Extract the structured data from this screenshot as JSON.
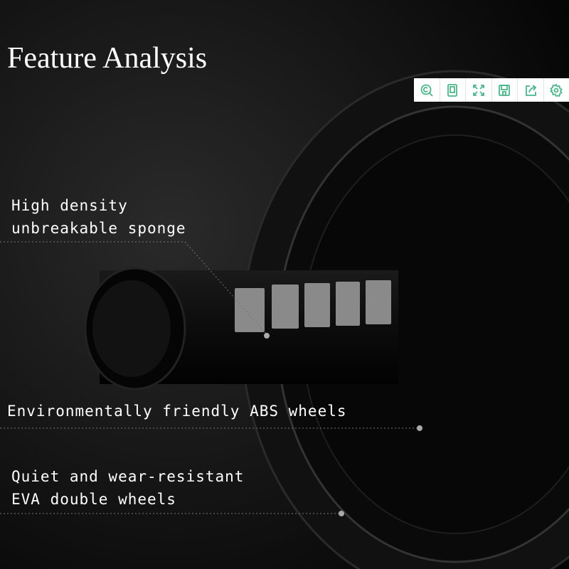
{
  "title": "Feature Analysis",
  "features": [
    {
      "lines": [
        "High density",
        "unbreakable sponge"
      ]
    },
    {
      "lines": [
        "Environmentally friendly ABS wheels"
      ]
    },
    {
      "lines": [
        "Quiet and wear-resistant",
        "EVA double wheels"
      ]
    }
  ],
  "toolbar": {
    "accent": "#4cb58a",
    "icons": [
      "copyright-search-icon",
      "tablet-icon",
      "fullscreen-icon",
      "save-icon",
      "share-icon",
      "gear-icon"
    ]
  }
}
